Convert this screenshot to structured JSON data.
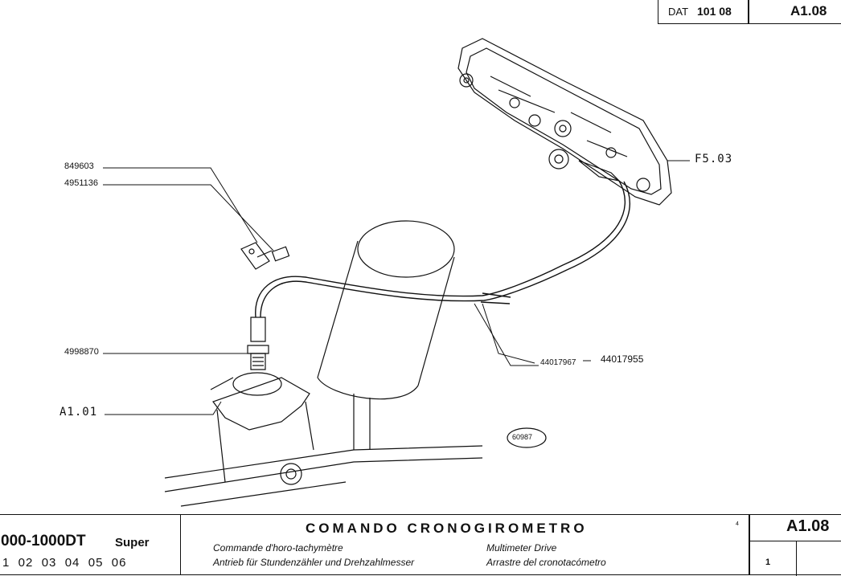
{
  "header": {
    "dat_prefix": "DAT",
    "dat_number": "101 08",
    "sheet_code": "A1.08"
  },
  "callouts": {
    "part_849603": "849603",
    "part_4951136": "4951136",
    "part_4998870": "4998870",
    "ref_a101": "A1.01",
    "ref_f503": "F5.03",
    "part_44017967": "44017967",
    "part_44017955": "44017955",
    "image_number": "60987"
  },
  "footer": {
    "model": "000-1000DT",
    "model_suffix": "Super",
    "variants": "1  02  03  04  05  06",
    "title": "COMANDO CRONOGIROMETRO",
    "title_fr": "Commande d'horo-tachymètre",
    "title_de": "Antrieb für Stundenzähler und Drehzahlmesser",
    "title_en": "Multimeter Drive",
    "title_es": "Arrastre del cronotacómetro",
    "page_marker": "4",
    "sheet_code": "A1.08",
    "sheet_index": "1"
  }
}
